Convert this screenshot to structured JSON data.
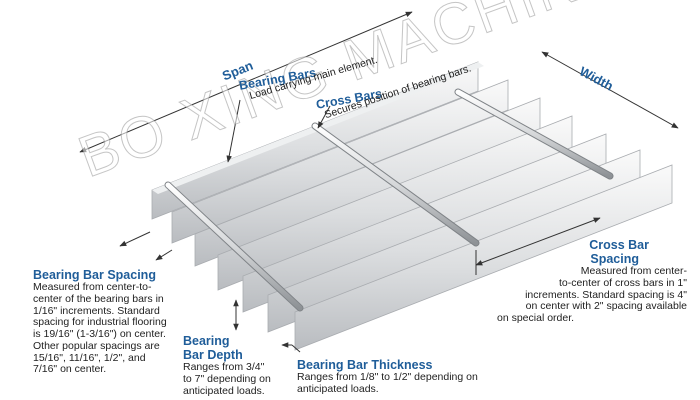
{
  "colors": {
    "title": "#1f5d99",
    "text": "#222222",
    "steel_light": "#e6e7e8",
    "steel_dark": "#9a9da1",
    "leader": "#333333"
  },
  "dimensions": {
    "span": "Span",
    "width": "Width"
  },
  "labels": {
    "bearing_bars": {
      "title": "Bearing Bars",
      "desc": "Load carrying main element."
    },
    "cross_bars": {
      "title": "Cross Bars",
      "desc": "Secures position of bearing bars."
    },
    "bearing_bar_spacing": {
      "title": "Bearing Bar Spacing",
      "lines": [
        "Measured from center-to-",
        "center of the bearing bars in",
        "1/16\" increments.  Standard",
        "spacing for industrial flooring",
        "is 19/16\" (1-3/16\") on center.",
        "Other popular spacings are",
        "15/16\", 11/16\", 1/2\", and",
        "7/16\" on center."
      ]
    },
    "bearing_bar_depth": {
      "title_lines": [
        "Bearing",
        "Bar Depth"
      ],
      "lines": [
        "Ranges from 3/4\"",
        "to 7\" depending on",
        "anticipated loads."
      ]
    },
    "bearing_bar_thickness": {
      "title": "Bearing Bar Thickness",
      "lines": [
        "Ranges from 1/8\" to 1/2\" depending on",
        "anticipated loads."
      ]
    },
    "cross_bar_spacing": {
      "title_lines": [
        "Cross Bar",
        "Spacing"
      ],
      "lines": [
        "Measured from center-",
        "to-center of cross bars in 1\"",
        "increments.  Standard spacing is 4\"",
        "on center with 2\" spacing available",
        "on special order."
      ]
    }
  },
  "watermark": "BO XING MACHINE"
}
